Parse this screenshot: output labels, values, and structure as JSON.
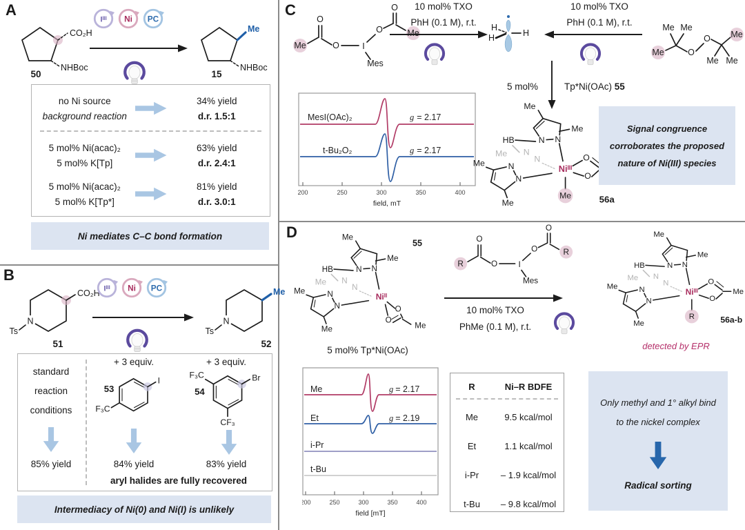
{
  "glyphs": {
    "O": "O",
    "N": "N",
    "I": "I",
    "H": "H",
    "HB": "HB",
    "Me": "Me",
    "R": "R",
    "Mes": "Mes",
    "Ts": "Ts"
  },
  "badges": {
    "iodine": "Iᴵᴵᴵ",
    "nickel": "Ni",
    "pc": "PC"
  },
  "panelA": {
    "label": "A",
    "substrate": {
      "co2h": "CO₂H",
      "nhboc": "NHBoc",
      "number": "50"
    },
    "product": {
      "me": "Me",
      "nhboc": "NHBoc",
      "number": "15"
    },
    "entries": [
      {
        "cond1": "no Ni source",
        "cond2": "background reaction",
        "yield": "34% yield",
        "dr": "d.r. 1.5:1"
      },
      {
        "cond1": "5 mol% Ni(acac)₂",
        "cond2": "5 mol% K[Tp]",
        "yield": "63% yield",
        "dr": "d.r. 2.4:1"
      },
      {
        "cond1": "5 mol% Ni(acac)₂",
        "cond2": "5 mol% K[Tp*]",
        "yield": "81% yield",
        "dr": "d.r. 3.0:1"
      }
    ],
    "banner": "Ni mediates C–C bond formation"
  },
  "panelB": {
    "label": "B",
    "substrate": {
      "co2h": "CO₂H",
      "number": "51"
    },
    "product": {
      "me": "Me",
      "number": "52"
    },
    "box": {
      "standard_lines": [
        "standard",
        "reaction",
        "conditions"
      ],
      "standard_yield": "85% yield",
      "additive1": {
        "equiv": "+ 3 equiv.",
        "number": "53",
        "cf3": "F₃C",
        "halogen": "I",
        "yield": "84% yield"
      },
      "additive2": {
        "equiv": "+ 3 equiv.",
        "number": "54",
        "cf3_top": "F₃C",
        "cf3_bottom": "CF₃",
        "halogen": "Br",
        "yield": "83% yield"
      },
      "note": "aryl halides are fully recovered"
    },
    "banner": "Intermediacy of Ni(0) and Ni(I) is unlikely"
  },
  "panelC": {
    "label": "C",
    "left_arrow": {
      "line1": "10 mol% TXO",
      "line2": "PhH (0.1 M), r.t."
    },
    "right_arrow": {
      "line1": "10 mol% TXO",
      "line2": "PhH (0.1 M), r.t."
    },
    "down_arrow": {
      "left": "5 mol%",
      "right": "Tp*Ni(OAc)",
      "number": "55"
    },
    "reagent": {
      "name": "MesI(OAc)₂"
    },
    "peroxide": {
      "name": "t-Bu₂O₂"
    },
    "complex": {
      "ni": "Niᴵᴵᴵ",
      "number": "56a"
    },
    "epr": {
      "trace1": {
        "name": "MesI(OAc)₂",
        "g": "g",
        "val": "= 2.17"
      },
      "trace2": {
        "name": "t-Bu₂O₂",
        "g": "g",
        "val": "= 2.17"
      },
      "ticks": [
        "200",
        "250",
        "300",
        "350",
        "400"
      ],
      "xlabel": "field, mT"
    },
    "banner_lines": [
      "Signal congruence",
      "corroborates the proposed",
      "nature of Ni(III) species"
    ]
  },
  "panelD": {
    "label": "D",
    "complex55": {
      "ni": "Niᴵᴵ",
      "number": "55",
      "caption": "5 mol% Tp*Ni(OAc)"
    },
    "arrow": {
      "line1": "10 mol% TXO",
      "line2": "PhMe (0.1 M), r.t."
    },
    "complex56": {
      "ni": "Niᴵᴵᴵ",
      "number": "56a-b",
      "note": "detected by EPR"
    },
    "epr": {
      "traces": [
        {
          "name": "Me",
          "g": "g",
          "val": "= 2.17"
        },
        {
          "name": "Et",
          "g": "g",
          "val": "= 2.19"
        },
        {
          "name": "i-Pr"
        },
        {
          "name": "t-Bu"
        }
      ],
      "ticks": [
        "200",
        "250",
        "300",
        "350",
        "400"
      ],
      "xlabel": "field [mT]"
    },
    "table": {
      "headers": [
        "R",
        "Ni–R BDFE"
      ],
      "rows": [
        [
          "Me",
          "9.5 kcal/mol"
        ],
        [
          "Et",
          "1.1 kcal/mol"
        ],
        [
          "i-Pr",
          "– 1.9 kcal/mol"
        ],
        [
          "t-Bu",
          "– 9.8 kcal/mol"
        ]
      ]
    },
    "box_lines": [
      "Only methyl and 1° alkyl bind",
      "to the nickel complex"
    ],
    "box_conclusion": "Radical sorting"
  },
  "chart_data": [
    {
      "type": "line",
      "title": "EPR spectra of methyl radical trapping (panel C)",
      "xlabel": "field, mT",
      "x_ticks": [
        200,
        250,
        300,
        350,
        400
      ],
      "xlim": [
        195,
        420
      ],
      "series": [
        {
          "name": "MesI(OAc)₂",
          "g_value": 2.17,
          "color": "#b13b66",
          "signal_center_mT": 307,
          "signal": true
        },
        {
          "name": "t-Bu₂O₂",
          "g_value": 2.17,
          "color": "#2f5fa5",
          "signal_center_mT": 307,
          "signal": true
        }
      ],
      "legend_position": "inside-left",
      "grid": false
    },
    {
      "type": "line",
      "title": "EPR spectra of Tp*Ni(R) species (panel D)",
      "xlabel": "field [mT]",
      "x_ticks": [
        200,
        250,
        300,
        350,
        400
      ],
      "xlim": [
        195,
        425
      ],
      "series": [
        {
          "name": "Me",
          "g_value": 2.17,
          "color": "#b13b66",
          "signal_center_mT": 307,
          "signal": true
        },
        {
          "name": "Et",
          "g_value": 2.19,
          "color": "#2f5fa5",
          "signal_center_mT": 307,
          "signal": true
        },
        {
          "name": "i-Pr",
          "color": "#3f3f8f",
          "signal": false
        },
        {
          "name": "t-Bu",
          "color": "#a3a3a3",
          "signal": false
        }
      ],
      "legend_position": "inside-left",
      "grid": false
    },
    {
      "type": "table",
      "title": "Ni–R bond dissociation free energies",
      "columns": [
        "R",
        "Ni–R BDFE (kcal/mol)"
      ],
      "rows": [
        [
          "Me",
          9.5
        ],
        [
          "Et",
          1.1
        ],
        [
          "i-Pr",
          -1.9
        ],
        [
          "t-Bu",
          -9.8
        ]
      ]
    }
  ]
}
